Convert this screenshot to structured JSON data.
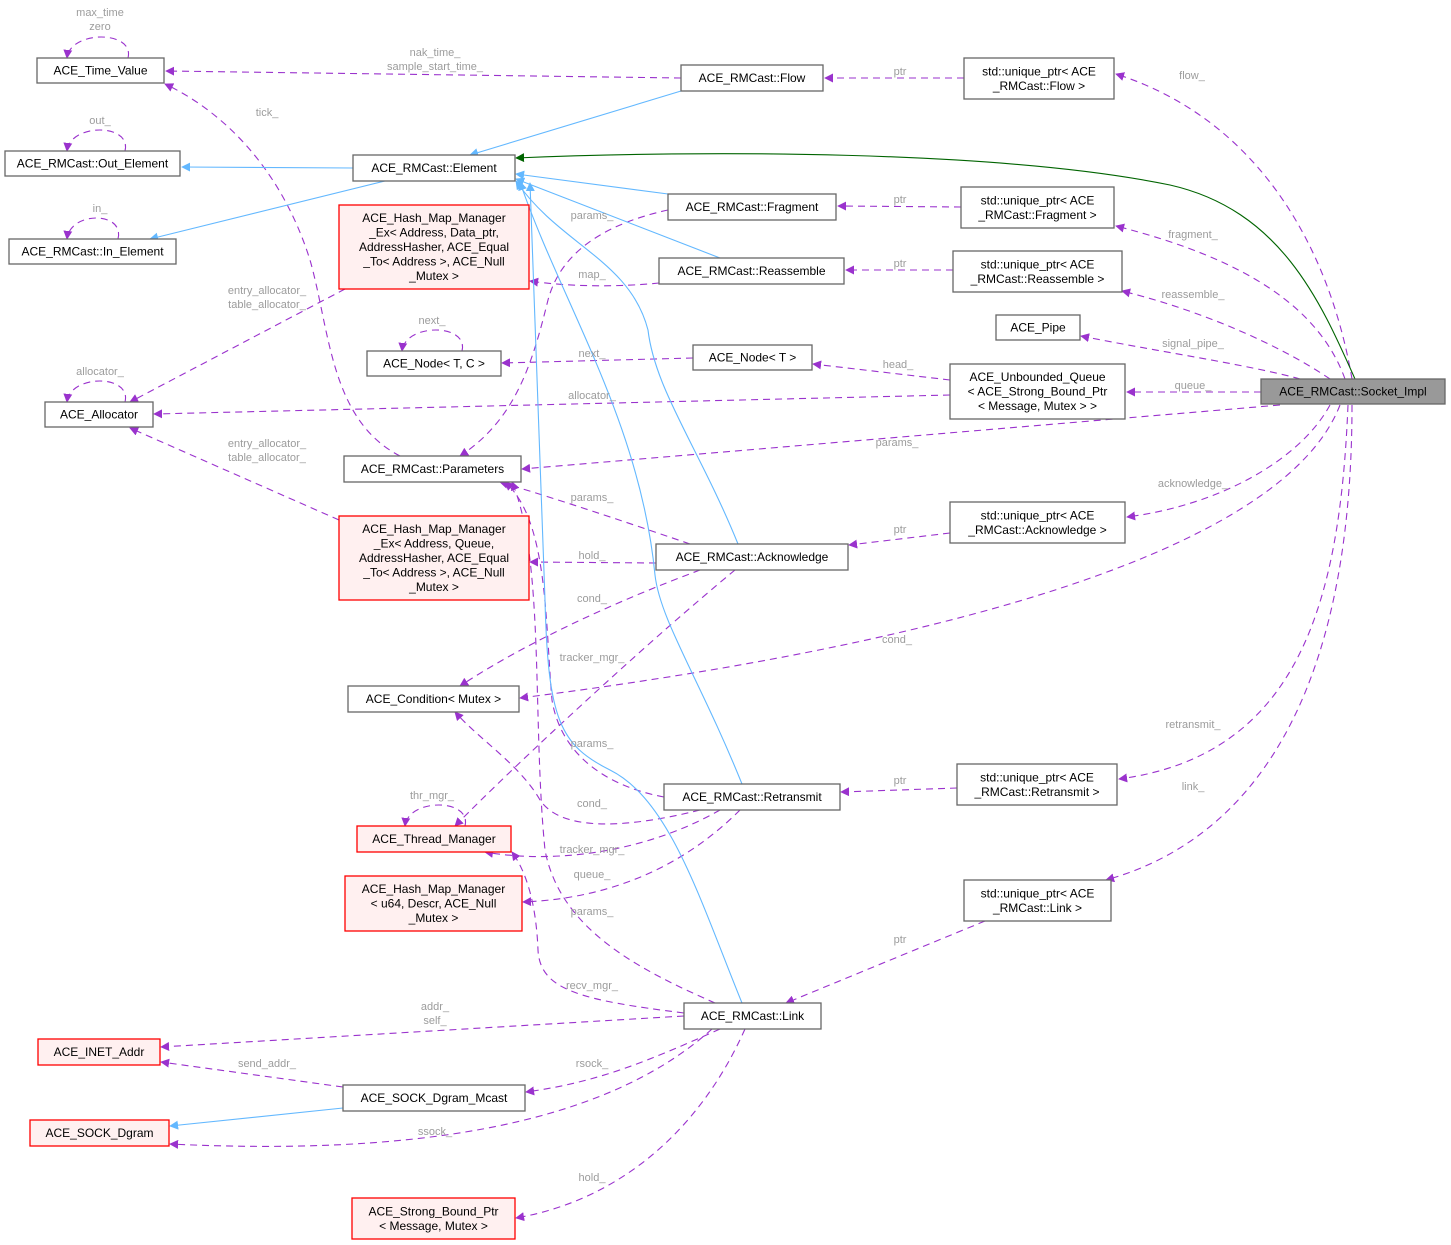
{
  "title": "ACE_RMCast::Socket_Impl collaboration graph",
  "colors": {
    "usage": "#9a32cd",
    "inheritance": "#63b8ff",
    "protected_inheritance": "#006400",
    "node_border": "#666666",
    "node_fill": "#ffffff",
    "incomplete_border": "#ff0000",
    "incomplete_fill": "#fff0f0",
    "focus_fill": "#999999",
    "label": "#9c9c9c"
  },
  "nodes": [
    {
      "id": "time_value",
      "lines": [
        "ACE_Time_Value"
      ],
      "style": "normal"
    },
    {
      "id": "out_element",
      "lines": [
        "ACE_RMCast::Out_Element"
      ],
      "style": "normal"
    },
    {
      "id": "in_element",
      "lines": [
        "ACE_RMCast::In_Element"
      ],
      "style": "normal"
    },
    {
      "id": "allocator",
      "lines": [
        "ACE_Allocator"
      ],
      "style": "normal"
    },
    {
      "id": "element",
      "lines": [
        "ACE_RMCast::Element"
      ],
      "style": "normal"
    },
    {
      "id": "hash_data",
      "lines": [
        "ACE_Hash_Map_Manager",
        "_Ex< Address, Data_ptr,",
        " AddressHasher, ACE_Equal",
        "_To< Address >, ACE_Null",
        "_Mutex >"
      ],
      "style": "red"
    },
    {
      "id": "node_tc",
      "lines": [
        "ACE_Node< T, C >"
      ],
      "style": "normal"
    },
    {
      "id": "parameters",
      "lines": [
        "ACE_RMCast::Parameters"
      ],
      "style": "normal"
    },
    {
      "id": "hash_queue",
      "lines": [
        "ACE_Hash_Map_Manager",
        "_Ex< Address, Queue,",
        " AddressHasher, ACE_Equal",
        "_To< Address >, ACE_Null",
        "_Mutex >"
      ],
      "style": "red"
    },
    {
      "id": "condition",
      "lines": [
        "ACE_Condition< Mutex >"
      ],
      "style": "normal"
    },
    {
      "id": "thread_mgr",
      "lines": [
        "ACE_Thread_Manager"
      ],
      "style": "red"
    },
    {
      "id": "hash_u64",
      "lines": [
        "ACE_Hash_Map_Manager",
        "< u64, Descr, ACE_Null",
        "_Mutex >"
      ],
      "style": "red"
    },
    {
      "id": "inet_addr",
      "lines": [
        "ACE_INET_Addr"
      ],
      "style": "red"
    },
    {
      "id": "sock_dgram_mcast",
      "lines": [
        "ACE_SOCK_Dgram_Mcast"
      ],
      "style": "normal"
    },
    {
      "id": "sock_dgram",
      "lines": [
        "ACE_SOCK_Dgram"
      ],
      "style": "red"
    },
    {
      "id": "strong_bound",
      "lines": [
        "ACE_Strong_Bound_Ptr",
        "< Message, Mutex >"
      ],
      "style": "red"
    },
    {
      "id": "flow",
      "lines": [
        "ACE_RMCast::Flow"
      ],
      "style": "normal"
    },
    {
      "id": "fragment",
      "lines": [
        "ACE_RMCast::Fragment"
      ],
      "style": "normal"
    },
    {
      "id": "reassemble",
      "lines": [
        "ACE_RMCast::Reassemble"
      ],
      "style": "normal"
    },
    {
      "id": "node_t",
      "lines": [
        "ACE_Node< T >"
      ],
      "style": "normal"
    },
    {
      "id": "acknowledge",
      "lines": [
        "ACE_RMCast::Acknowledge"
      ],
      "style": "normal"
    },
    {
      "id": "retransmit",
      "lines": [
        "ACE_RMCast::Retransmit"
      ],
      "style": "normal"
    },
    {
      "id": "link",
      "lines": [
        "ACE_RMCast::Link"
      ],
      "style": "normal"
    },
    {
      "id": "up_flow",
      "lines": [
        "std::unique_ptr< ACE",
        "_RMCast::Flow >"
      ],
      "style": "normal"
    },
    {
      "id": "up_fragment",
      "lines": [
        "std::unique_ptr< ACE",
        "_RMCast::Fragment >"
      ],
      "style": "normal"
    },
    {
      "id": "up_reassemble",
      "lines": [
        "std::unique_ptr< ACE",
        "_RMCast::Reassemble >"
      ],
      "style": "normal"
    },
    {
      "id": "pipe",
      "lines": [
        "ACE_Pipe"
      ],
      "style": "normal"
    },
    {
      "id": "queue",
      "lines": [
        "ACE_Unbounded_Queue",
        "< ACE_Strong_Bound_Ptr",
        "< Message, Mutex > >"
      ],
      "style": "normal"
    },
    {
      "id": "up_ack",
      "lines": [
        "std::unique_ptr< ACE",
        "_RMCast::Acknowledge >"
      ],
      "style": "normal"
    },
    {
      "id": "up_retransmit",
      "lines": [
        "std::unique_ptr< ACE",
        "_RMCast::Retransmit >"
      ],
      "style": "normal"
    },
    {
      "id": "up_link",
      "lines": [
        "std::unique_ptr< ACE",
        "_RMCast::Link >"
      ],
      "style": "normal"
    },
    {
      "id": "socket_impl",
      "lines": [
        "ACE_RMCast::Socket_Impl"
      ],
      "style": "focus"
    }
  ],
  "edges": [
    {
      "id": "e1",
      "from": "flow",
      "to": "time_value",
      "kind": "usage",
      "label": [
        "nak_time_",
        "sample_start_time_"
      ]
    },
    {
      "id": "e2",
      "from": "up_flow",
      "to": "flow",
      "kind": "usage",
      "label": [
        "ptr"
      ]
    },
    {
      "id": "e3",
      "from": "socket_impl",
      "to": "up_flow",
      "kind": "usage",
      "label": [
        "flow_"
      ]
    },
    {
      "id": "e4",
      "from": "up_fragment",
      "to": "fragment",
      "kind": "usage",
      "label": [
        "ptr"
      ]
    },
    {
      "id": "e5",
      "from": "socket_impl",
      "to": "up_fragment",
      "kind": "usage",
      "label": [
        "fragment_"
      ]
    },
    {
      "id": "e6",
      "from": "up_reassemble",
      "to": "reassemble",
      "kind": "usage",
      "label": [
        "ptr"
      ]
    },
    {
      "id": "e7",
      "from": "socket_impl",
      "to": "up_reassemble",
      "kind": "usage",
      "label": [
        "reassemble_"
      ]
    },
    {
      "id": "e8",
      "from": "socket_impl",
      "to": "pipe",
      "kind": "usage",
      "label": [
        "signal_pipe_"
      ]
    },
    {
      "id": "e9",
      "from": "socket_impl",
      "to": "queue",
      "kind": "usage",
      "label": [
        "queue_"
      ]
    },
    {
      "id": "e10",
      "from": "queue",
      "to": "node_t",
      "kind": "usage",
      "label": [
        "head_"
      ]
    },
    {
      "id": "e11",
      "from": "node_t",
      "to": "node_tc",
      "kind": "usage",
      "label": [
        "next_"
      ]
    },
    {
      "id": "e12",
      "from": "queue",
      "to": "allocator",
      "kind": "usage",
      "label": [
        "allocator_"
      ]
    },
    {
      "id": "e13",
      "from": "socket_impl",
      "to": "parameters",
      "kind": "usage",
      "label": [
        "params_"
      ]
    },
    {
      "id": "e14",
      "from": "socket_impl",
      "to": "up_ack",
      "kind": "usage",
      "label": [
        "acknowledge_"
      ]
    },
    {
      "id": "e15",
      "from": "up_ack",
      "to": "acknowledge",
      "kind": "usage",
      "label": [
        "ptr"
      ]
    },
    {
      "id": "e16",
      "from": "socket_impl",
      "to": "condition",
      "kind": "usage",
      "label": [
        "cond_"
      ]
    },
    {
      "id": "e17",
      "from": "socket_impl",
      "to": "up_retransmit",
      "kind": "usage",
      "label": [
        "retransmit_"
      ]
    },
    {
      "id": "e18",
      "from": "up_retransmit",
      "to": "retransmit",
      "kind": "usage",
      "label": [
        "ptr"
      ]
    },
    {
      "id": "e19",
      "from": "socket_impl",
      "to": "up_link",
      "kind": "usage",
      "label": [
        "link_"
      ]
    },
    {
      "id": "e20",
      "from": "up_link",
      "to": "link",
      "kind": "usage",
      "label": [
        "ptr"
      ]
    },
    {
      "id": "e21",
      "from": "acknowledge",
      "to": "parameters",
      "kind": "usage",
      "label": [
        "params_"
      ]
    },
    {
      "id": "e22",
      "from": "acknowledge",
      "to": "hash_queue",
      "kind": "usage",
      "label": [
        "hold_"
      ]
    },
    {
      "id": "e23",
      "from": "acknowledge",
      "to": "condition",
      "kind": "usage",
      "label": [
        "cond_"
      ]
    },
    {
      "id": "e24",
      "from": "acknowledge",
      "to": "thread_mgr",
      "kind": "usage",
      "label": [
        "tracker_mgr_"
      ]
    },
    {
      "id": "e25",
      "from": "retransmit",
      "to": "parameters",
      "kind": "usage",
      "label": [
        "params_"
      ]
    },
    {
      "id": "e26",
      "from": "retransmit",
      "to": "condition",
      "kind": "usage",
      "label": [
        "cond_"
      ]
    },
    {
      "id": "e27",
      "from": "retransmit",
      "to": "thread_mgr",
      "kind": "usage",
      "label": [
        "tracker_mgr_"
      ]
    },
    {
      "id": "e28",
      "from": "retransmit",
      "to": "hash_u64",
      "kind": "usage",
      "label": [
        "queue_"
      ]
    },
    {
      "id": "e29",
      "from": "link",
      "to": "parameters",
      "kind": "usage",
      "label": [
        "params_"
      ]
    },
    {
      "id": "e30",
      "from": "link",
      "to": "thread_mgr",
      "kind": "usage",
      "label": [
        "recv_mgr_"
      ]
    },
    {
      "id": "e31",
      "from": "link",
      "to": "inet_addr",
      "kind": "usage",
      "label": [
        "addr_",
        "self_"
      ]
    },
    {
      "id": "e32",
      "from": "link",
      "to": "sock_dgram_mcast",
      "kind": "usage",
      "label": [
        "rsock_"
      ]
    },
    {
      "id": "e33",
      "from": "link",
      "to": "sock_dgram",
      "kind": "usage",
      "label": [
        "ssock_"
      ]
    },
    {
      "id": "e34",
      "from": "link",
      "to": "strong_bound",
      "kind": "usage",
      "label": [
        "hold_"
      ]
    },
    {
      "id": "e35",
      "from": "sock_dgram_mcast",
      "to": "inet_addr",
      "kind": "usage",
      "label": [
        "send_addr_"
      ]
    },
    {
      "id": "e36",
      "from": "parameters",
      "to": "time_value",
      "kind": "usage",
      "label": [
        "tick_"
      ]
    },
    {
      "id": "e37",
      "from": "hash_data",
      "to": "allocator",
      "kind": "usage",
      "label": [
        "entry_allocator_",
        "table_allocator_"
      ]
    },
    {
      "id": "e38",
      "from": "hash_queue",
      "to": "allocator",
      "kind": "usage",
      "label": [
        "entry_allocator_",
        "table_allocator_"
      ]
    },
    {
      "id": "e39",
      "from": "fragment",
      "to": "parameters",
      "kind": "usage",
      "label": [
        "params_"
      ]
    },
    {
      "id": "e40",
      "from": "reassemble",
      "to": "hash_data",
      "kind": "usage",
      "label": [
        "map_"
      ]
    },
    {
      "id": "s1",
      "from": "time_value",
      "to": "time_value",
      "kind": "usage",
      "label": [
        "max_time",
        "zero"
      ]
    },
    {
      "id": "s2",
      "from": "out_element",
      "to": "out_element",
      "kind": "usage",
      "label": [
        "out_"
      ]
    },
    {
      "id": "s3",
      "from": "in_element",
      "to": "in_element",
      "kind": "usage",
      "label": [
        "in_"
      ]
    },
    {
      "id": "s4",
      "from": "allocator",
      "to": "allocator",
      "kind": "usage",
      "label": [
        "allocator_"
      ]
    },
    {
      "id": "s5",
      "from": "node_tc",
      "to": "node_tc",
      "kind": "usage",
      "label": [
        "next_"
      ]
    },
    {
      "id": "s6",
      "from": "thread_mgr",
      "to": "thread_mgr",
      "kind": "usage",
      "label": [
        "thr_mgr_"
      ]
    },
    {
      "id": "b1",
      "from": "element",
      "to": "out_element",
      "kind": "inheritance",
      "label": []
    },
    {
      "id": "b2",
      "from": "element",
      "to": "in_element",
      "kind": "inheritance",
      "label": []
    },
    {
      "id": "b3",
      "from": "flow",
      "to": "element",
      "kind": "inheritance",
      "label": []
    },
    {
      "id": "b4",
      "from": "fragment",
      "to": "element",
      "kind": "inheritance",
      "label": []
    },
    {
      "id": "b5",
      "from": "reassemble",
      "to": "element",
      "kind": "inheritance",
      "label": []
    },
    {
      "id": "b6",
      "from": "acknowledge",
      "to": "element",
      "kind": "inheritance",
      "label": []
    },
    {
      "id": "b7",
      "from": "retransmit",
      "to": "element",
      "kind": "inheritance",
      "label": []
    },
    {
      "id": "b8",
      "from": "link",
      "to": "element",
      "kind": "inheritance",
      "label": []
    },
    {
      "id": "b9",
      "from": "sock_dgram_mcast",
      "to": "sock_dgram",
      "kind": "inheritance",
      "label": []
    },
    {
      "id": "g1",
      "from": "socket_impl",
      "to": "element",
      "kind": "protected_inheritance",
      "label": []
    }
  ]
}
